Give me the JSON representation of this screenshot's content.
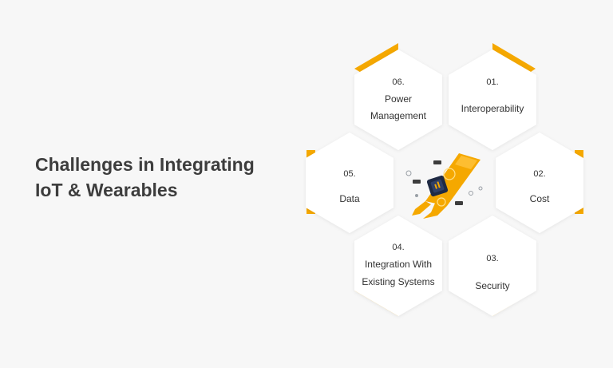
{
  "title": {
    "line1": "Challenges in Integrating",
    "line2": "IoT & Wearables"
  },
  "challenges": [
    {
      "number": "01.",
      "label1": "Interoperability",
      "label2": ""
    },
    {
      "number": "02.",
      "label1": "Cost",
      "label2": ""
    },
    {
      "number": "03.",
      "label1": "Security",
      "label2": ""
    },
    {
      "number": "04.",
      "label1": "Integration With",
      "label2": "Existing Systems"
    },
    {
      "number": "05.",
      "label1": "Data",
      "label2": ""
    },
    {
      "number": "06.",
      "label1": "Power",
      "label2": "Management"
    }
  ],
  "colors": {
    "accent": "#f5a800",
    "hex_fill": "#ffffff",
    "title": "#3d3d3d",
    "background": "#f7f7f7"
  },
  "center_icon": "smartwatch-icon"
}
